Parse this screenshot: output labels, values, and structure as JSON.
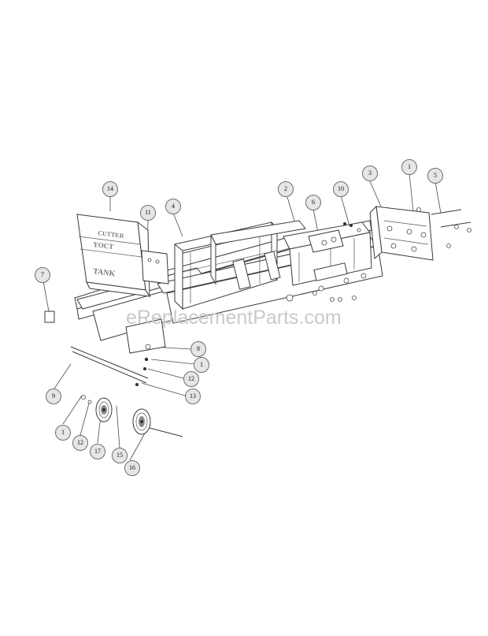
{
  "watermark": "eReplacementParts.com",
  "seat": {
    "brand": "CUTTER",
    "model_line1": "YOCT",
    "model_line2": "TANK"
  },
  "callouts": [
    {
      "id": "c14",
      "label": "14"
    },
    {
      "id": "c11a",
      "label": "11"
    },
    {
      "id": "c4",
      "label": "4"
    },
    {
      "id": "c2",
      "label": "2"
    },
    {
      "id": "c10",
      "label": "10"
    },
    {
      "id": "c3",
      "label": "3"
    },
    {
      "id": "c1a",
      "label": "1"
    },
    {
      "id": "c5",
      "label": "5"
    },
    {
      "id": "c6",
      "label": "6"
    },
    {
      "id": "c7",
      "label": "7"
    },
    {
      "id": "c8",
      "label": "8"
    },
    {
      "id": "c1b",
      "label": "1"
    },
    {
      "id": "c12a",
      "label": "12"
    },
    {
      "id": "c13",
      "label": "13"
    },
    {
      "id": "c9",
      "label": "9"
    },
    {
      "id": "c1c",
      "label": "1"
    },
    {
      "id": "c12b",
      "label": "12"
    },
    {
      "id": "c17",
      "label": "17"
    },
    {
      "id": "c15",
      "label": "15"
    },
    {
      "id": "c16",
      "label": "16"
    }
  ]
}
